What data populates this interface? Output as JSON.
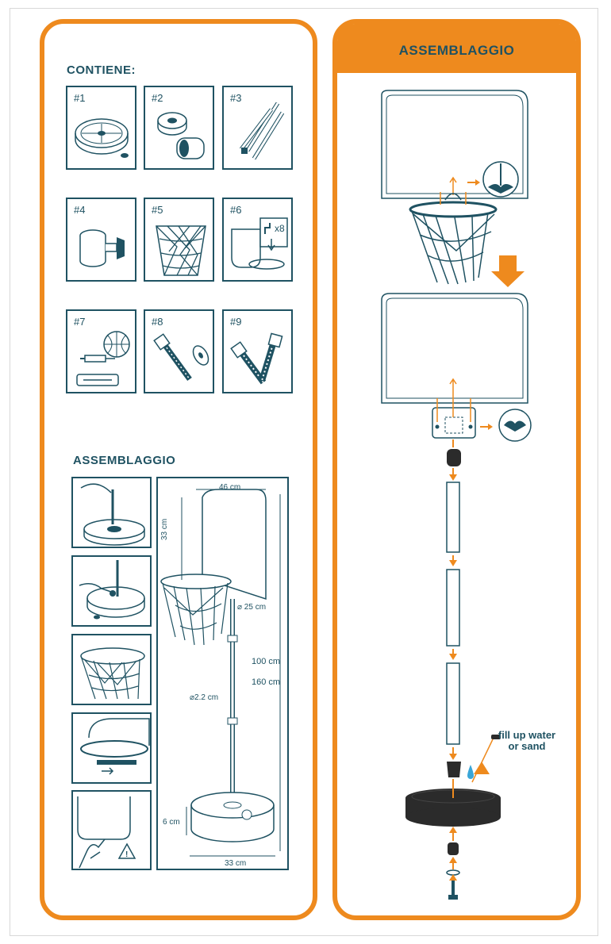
{
  "contents": {
    "heading": "CONTIENE:",
    "items": [
      {
        "num": "#1"
      },
      {
        "num": "#2"
      },
      {
        "num": "#3"
      },
      {
        "num": "#4"
      },
      {
        "num": "#5"
      },
      {
        "num": "#6",
        "qty": "x8"
      },
      {
        "num": "#7"
      },
      {
        "num": "#8"
      },
      {
        "num": "#9"
      }
    ]
  },
  "assembly_left": {
    "heading": "ASSEMBLAGGIO",
    "dimensions": {
      "board_width": "46 cm",
      "board_height": "33 cm",
      "rim": "⌀ 25 cm",
      "height_min": "100 cm",
      "height_max": "160 cm",
      "pole": "⌀2.2 cm",
      "base_height": "6 cm",
      "base_width": "33 cm"
    }
  },
  "assembly_right": {
    "heading": "ASSEMBLAGGIO",
    "fill_note_line1": "fill up water",
    "fill_note_line2": "or sand"
  },
  "colors": {
    "accent": "#ee8a1e",
    "ink": "#1f5262",
    "base": "#2b2b2b"
  }
}
